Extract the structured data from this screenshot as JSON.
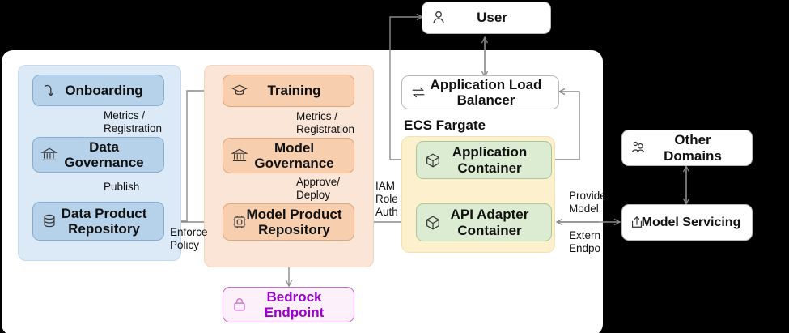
{
  "diagram": {
    "groups": {
      "data_domain": {
        "name": "data-domain-group"
      },
      "model_domain": {
        "name": "model-domain-group"
      },
      "ecs": {
        "title": "ECS Fargate"
      }
    },
    "nodes": {
      "onboarding": {
        "label": "Onboarding",
        "icon": "onboarding-loop-icon"
      },
      "data_governance": {
        "label": "Data\nGovernance",
        "line1": "Data",
        "line2": "Governance",
        "icon": "bank-icon"
      },
      "data_product_repo": {
        "line1": "Data Product",
        "line2": "Repository",
        "icon": "database-icon"
      },
      "training": {
        "label": "Training",
        "icon": "graduation-cap-icon"
      },
      "model_governance": {
        "line1": "Model",
        "line2": "Governance",
        "icon": "bank-icon"
      },
      "model_product_repo": {
        "line1": "Model Product",
        "line2": "Repository",
        "icon": "chip-icon"
      },
      "bedrock_endpoint": {
        "line1": "Bedrock",
        "line2": "Endpoint",
        "icon": "lock-icon"
      },
      "user": {
        "label": "User",
        "icon": "person-icon"
      },
      "alb": {
        "line1": "Application Load",
        "line2": "Balancer",
        "icon": "exchange-arrows-icon"
      },
      "application_container": {
        "line1": "Application",
        "line2": "Container",
        "icon": "cube-icon"
      },
      "api_adapter_container": {
        "line1": "API Adapter",
        "line2": "Container",
        "icon": "cube-icon"
      },
      "other_domains": {
        "line1": "Other",
        "line2": "Domains",
        "icon": "people-icon"
      },
      "model_servicing": {
        "label": "Model Servicing",
        "icon": "export-box-icon"
      }
    },
    "edge_labels": {
      "metrics_registration_data": {
        "line1": "Metrics /",
        "line2": "Registration"
      },
      "publish": {
        "line1": "Publish"
      },
      "metrics_registration_model": {
        "line1": "Metrics /",
        "line2": "Registration"
      },
      "approve_deploy": {
        "line1": "Approve/",
        "line2": "Deploy"
      },
      "enforce_policy": {
        "line1": "Enforce",
        "line2": "Policy"
      },
      "iam_role_auth": {
        "line1": "IAM",
        "line2": "Role",
        "line3": "Auth"
      },
      "provides_model": {
        "line1": "Provide",
        "line2": "Model"
      },
      "external_endpoint": {
        "line1": "Extern",
        "line2": "Endpo"
      }
    },
    "colors": {
      "blue_node": "#b6d2ea",
      "blue_group": "#dce9f7",
      "orange_node": "#f8cfae",
      "orange_group": "#fbe5d6",
      "green_node": "#dcecd3",
      "yellow_group": "#fcf0cd",
      "purple_text": "#9900cc",
      "purple_fill": "#fcf0fb",
      "wire": "#888888",
      "panel": "#ffffff",
      "background": "#000000"
    }
  }
}
